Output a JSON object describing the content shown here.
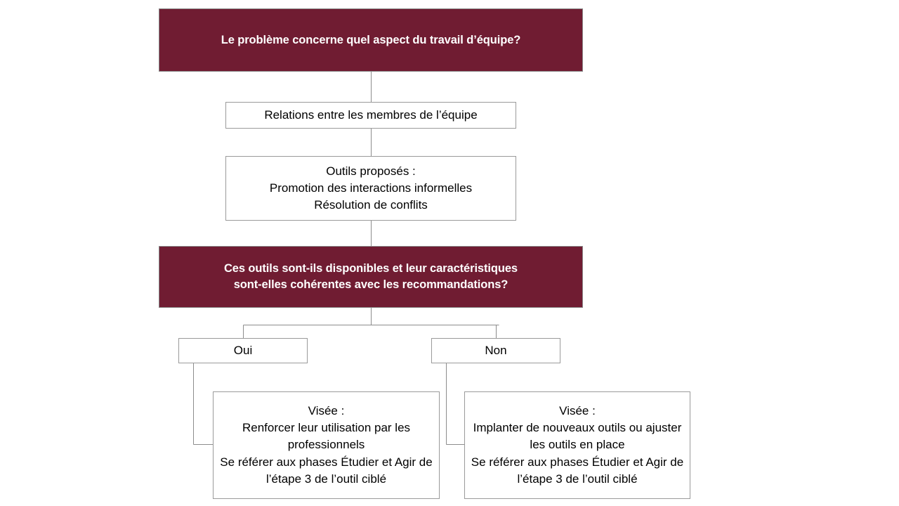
{
  "diagram": {
    "title": "Arbre decisionnel - aspect du travail d'equipe",
    "colors": {
      "question_fill": "#701C32",
      "question_text": "#FFFFFF",
      "node_fill": "#FFFFFF",
      "node_border": "#9A9A9A",
      "connector": "#8C8C8C",
      "text": "#000000"
    },
    "nodes": {
      "question_1": {
        "type": "question",
        "lines": [
          "Le problème concerne quel aspect du travail d’équipe?"
        ]
      },
      "relations": {
        "type": "plain",
        "lines": [
          "Relations entre les membres de l’équipe"
        ]
      },
      "outils_proposes": {
        "type": "plain",
        "lines": [
          "Outils proposés :",
          "Promotion des interactions informelles",
          "Résolution de conflits"
        ]
      },
      "question_2": {
        "type": "question",
        "lines": [
          "Ces outils sont-ils disponibles et leur caractéristiques",
          "sont-elles cohérentes avec les recommandations?"
        ]
      },
      "branch_oui": {
        "type": "plain",
        "lines": [
          "Oui"
        ]
      },
      "branch_non": {
        "type": "plain",
        "lines": [
          "Non"
        ]
      },
      "visee_oui": {
        "type": "plain",
        "lines": [
          "Visée :",
          "Renforcer leur utilisation par les professionnels",
          "Se référer aux phases Étudier et Agir de l’étape 3 de l’outil ciblé"
        ]
      },
      "visee_non": {
        "type": "plain",
        "lines": [
          "Visée :",
          "Implanter de nouveaux outils ou ajuster les outils en place",
          "Se référer aux phases Étudier et Agir de l’étape 3 de l’outil ciblé"
        ]
      }
    }
  }
}
